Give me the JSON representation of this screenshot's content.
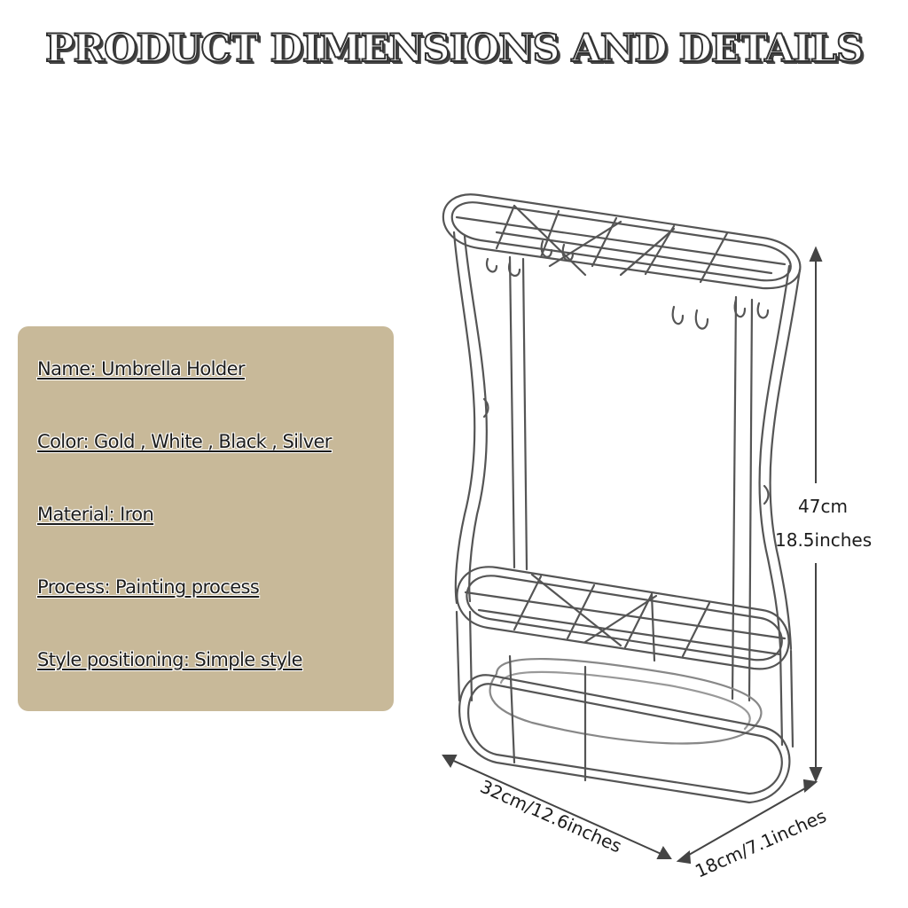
{
  "title": "PRODUCT DIMENSIONS AND DETAILS",
  "specs": {
    "name": "Name: Umbrella Holder",
    "color": "Color: Gold , White , Black , Silver",
    "material": "Material: Iron",
    "process": "Process: Painting process",
    "style": "Style positioning: Simple style"
  },
  "dimensions": {
    "height_cm": "47cm",
    "height_in": "18.5inches",
    "length": "32cm/12.6inches",
    "width": "18cm/7.1inches"
  },
  "colors": {
    "panel": "#c8b999",
    "line": "#555555"
  }
}
